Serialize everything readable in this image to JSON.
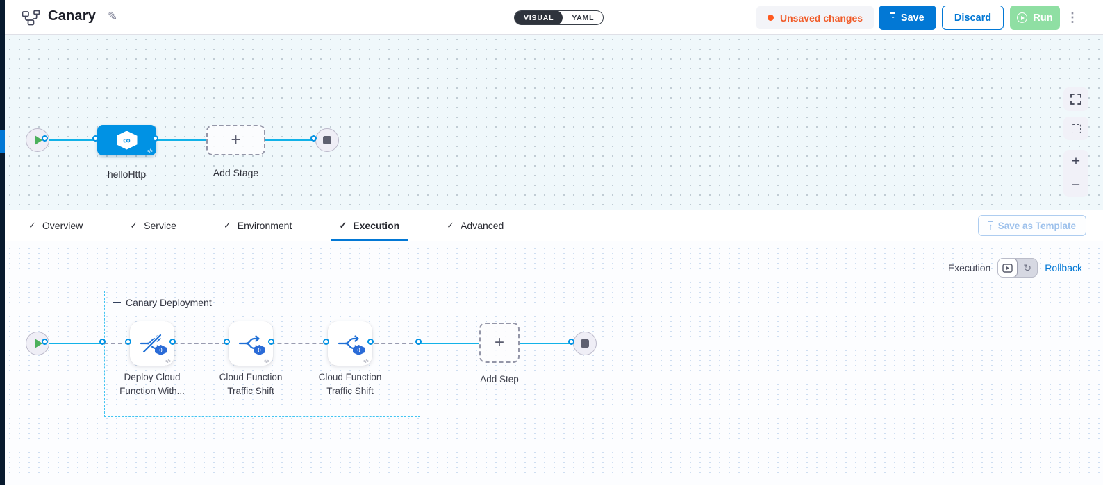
{
  "header": {
    "title": "Canary",
    "mode_visual": "VISUAL",
    "mode_yaml": "YAML",
    "unsaved_label": "Unsaved changes",
    "save_label": "Save",
    "discard_label": "Discard",
    "run_label": "Run"
  },
  "stage_canvas": {
    "stage_name": "helloHttp",
    "add_stage_label": "Add Stage"
  },
  "tab_bar": {
    "tabs": [
      {
        "label": "Overview"
      },
      {
        "label": "Service"
      },
      {
        "label": "Environment"
      },
      {
        "label": "Execution"
      },
      {
        "label": "Advanced"
      }
    ],
    "active_tab": "Execution",
    "save_as_template_label": "Save as Template"
  },
  "execution_canvas": {
    "mode_label": "Execution",
    "rollback_label": "Rollback",
    "group_title": "Canary Deployment",
    "steps": [
      {
        "name": "Deploy Cloud Function With..."
      },
      {
        "name": "Cloud Function Traffic Shift"
      },
      {
        "name": "Cloud Function Traffic Shift"
      }
    ],
    "add_step_label": "Add Step"
  },
  "icons": {
    "check": "✓",
    "plus": "+",
    "minus": "−",
    "upload_arrow": "↑",
    "kebab": "⋮",
    "pencil": "✎",
    "rollback_arrow": "↻",
    "infinity": "∞",
    "function_badge": "()",
    "code": "</>"
  },
  "colors": {
    "accent_blue": "#0278d5",
    "node_blue": "#0092e4",
    "connector_cyan": "#12b2e8",
    "unsaved_orange": "#f15b28",
    "run_green": "#8fdfa3",
    "nav_dark": "#081a2e"
  }
}
